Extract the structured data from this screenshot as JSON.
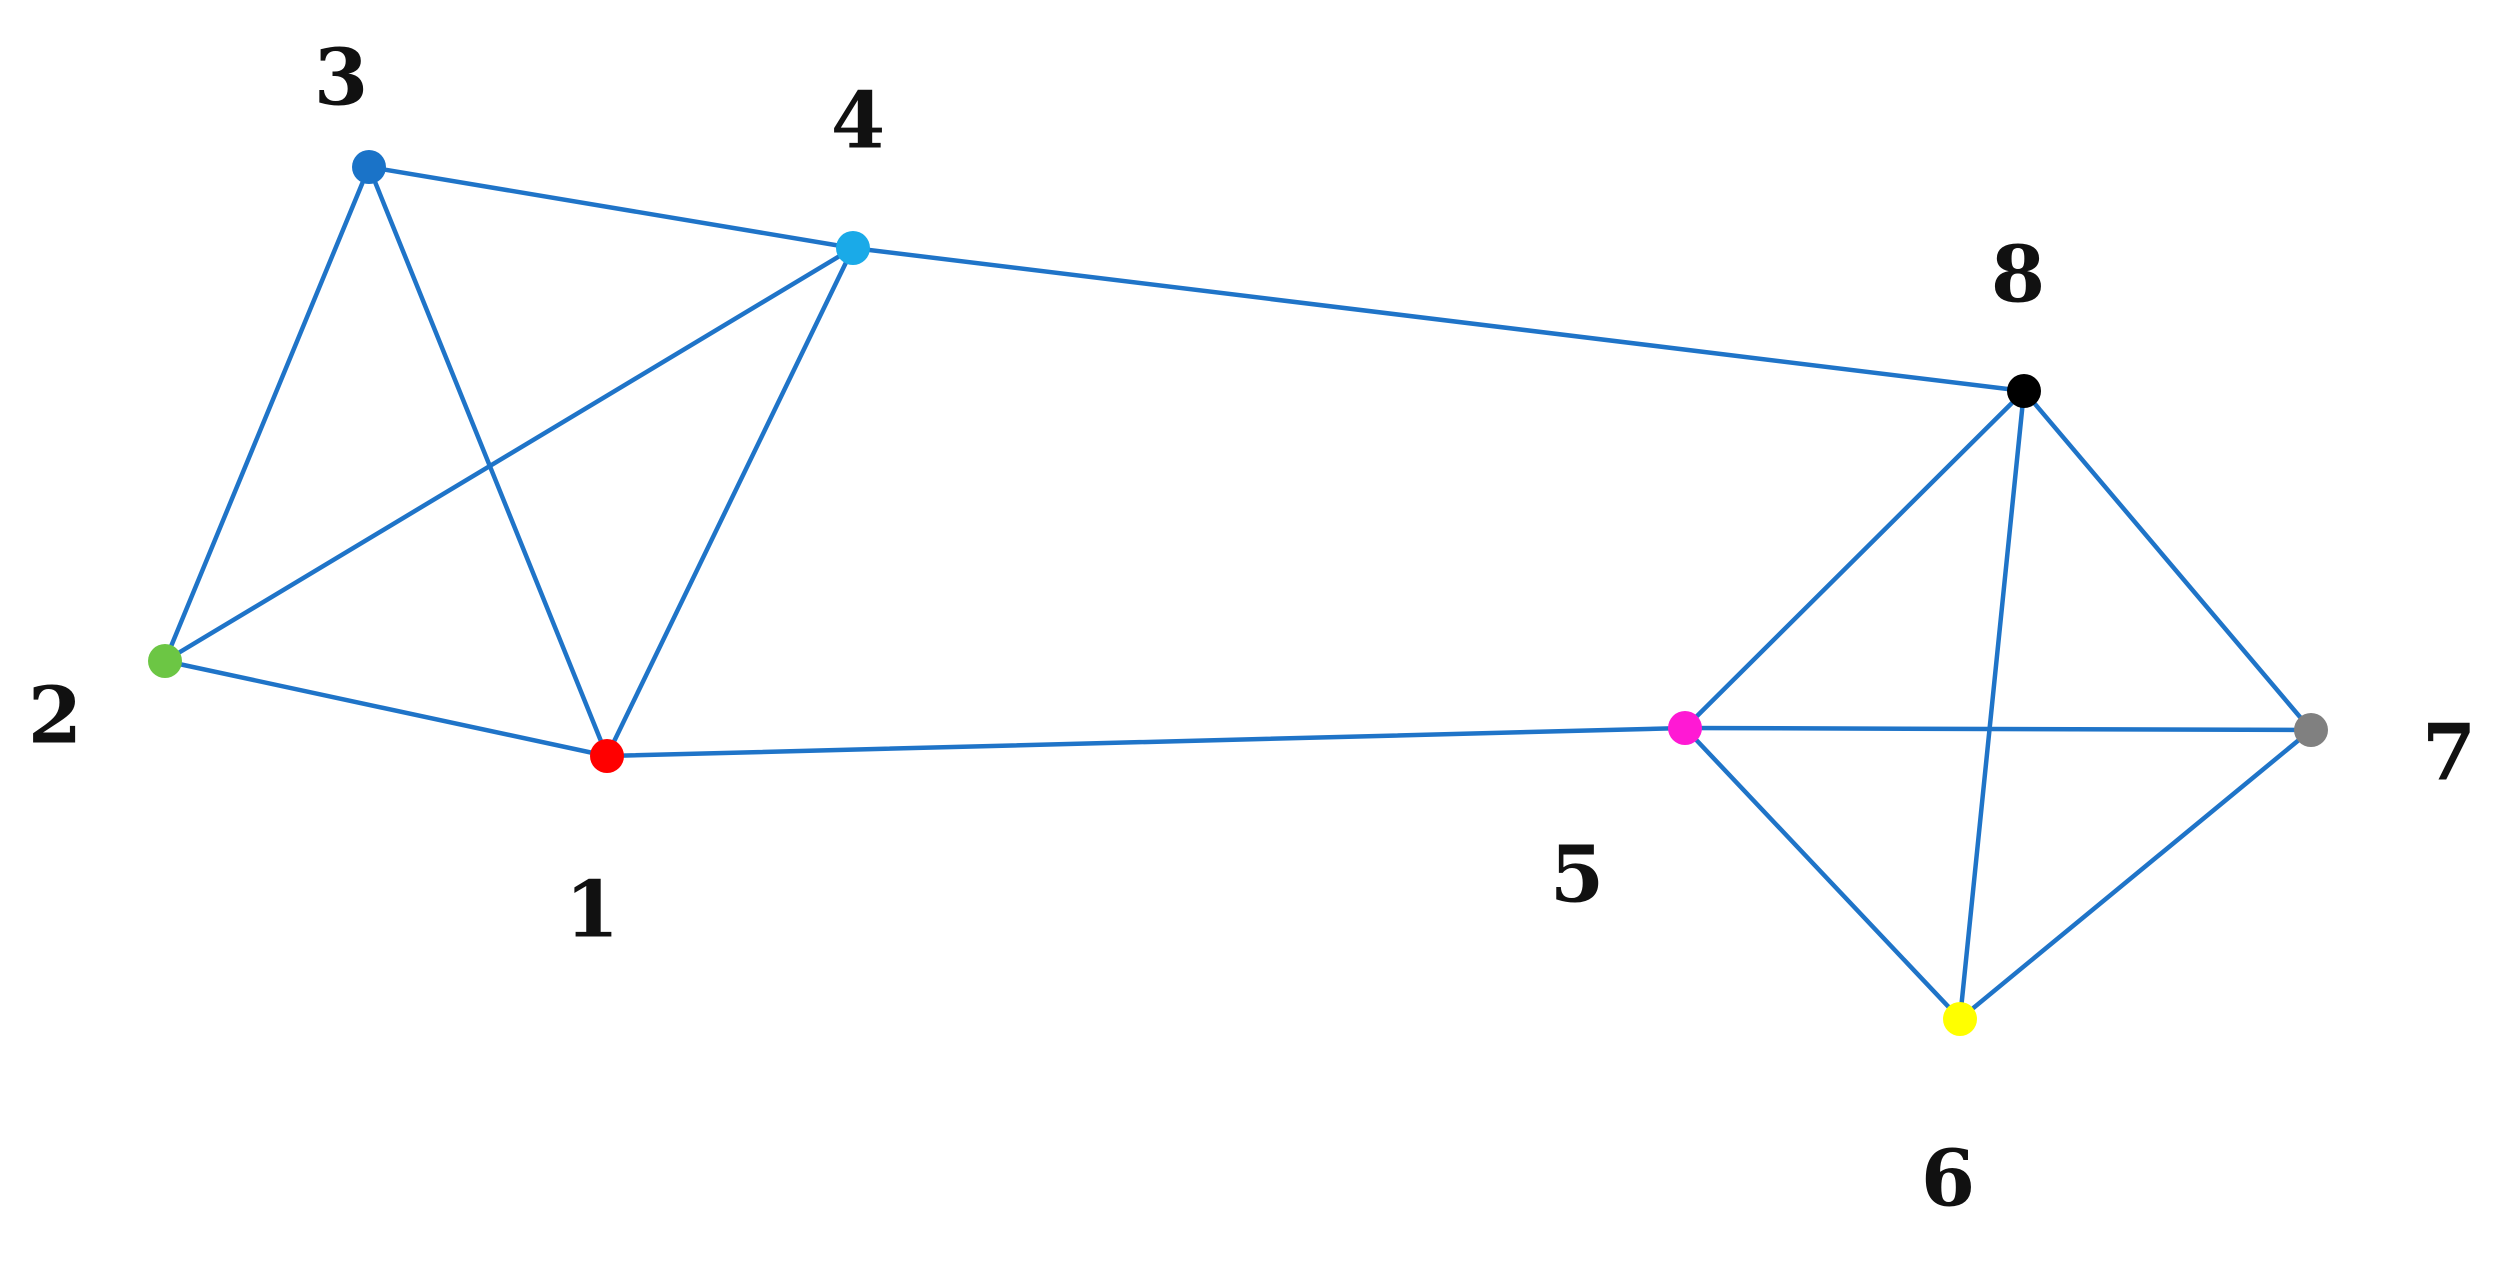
{
  "graph": {
    "edge_color": "#1f74c8",
    "nodes": [
      {
        "id": "1",
        "label": "1",
        "color": "#ff0000"
      },
      {
        "id": "2",
        "label": "2",
        "color": "#6cc644"
      },
      {
        "id": "3",
        "label": "3",
        "color": "#1a73c8"
      },
      {
        "id": "4",
        "label": "4",
        "color": "#1aaae8"
      },
      {
        "id": "5",
        "label": "5",
        "color": "#ff19d4"
      },
      {
        "id": "6",
        "label": "6",
        "color": "#ffff00"
      },
      {
        "id": "7",
        "label": "7",
        "color": "#808080"
      },
      {
        "id": "8",
        "label": "8",
        "color": "#000000"
      }
    ],
    "edges": [
      [
        "3",
        "4"
      ],
      [
        "3",
        "2"
      ],
      [
        "3",
        "1"
      ],
      [
        "4",
        "2"
      ],
      [
        "4",
        "1"
      ],
      [
        "4",
        "8"
      ],
      [
        "2",
        "1"
      ],
      [
        "1",
        "5"
      ],
      [
        "8",
        "5"
      ],
      [
        "8",
        "6"
      ],
      [
        "8",
        "7"
      ],
      [
        "5",
        "7"
      ],
      [
        "5",
        "6"
      ],
      [
        "6",
        "7"
      ]
    ]
  }
}
